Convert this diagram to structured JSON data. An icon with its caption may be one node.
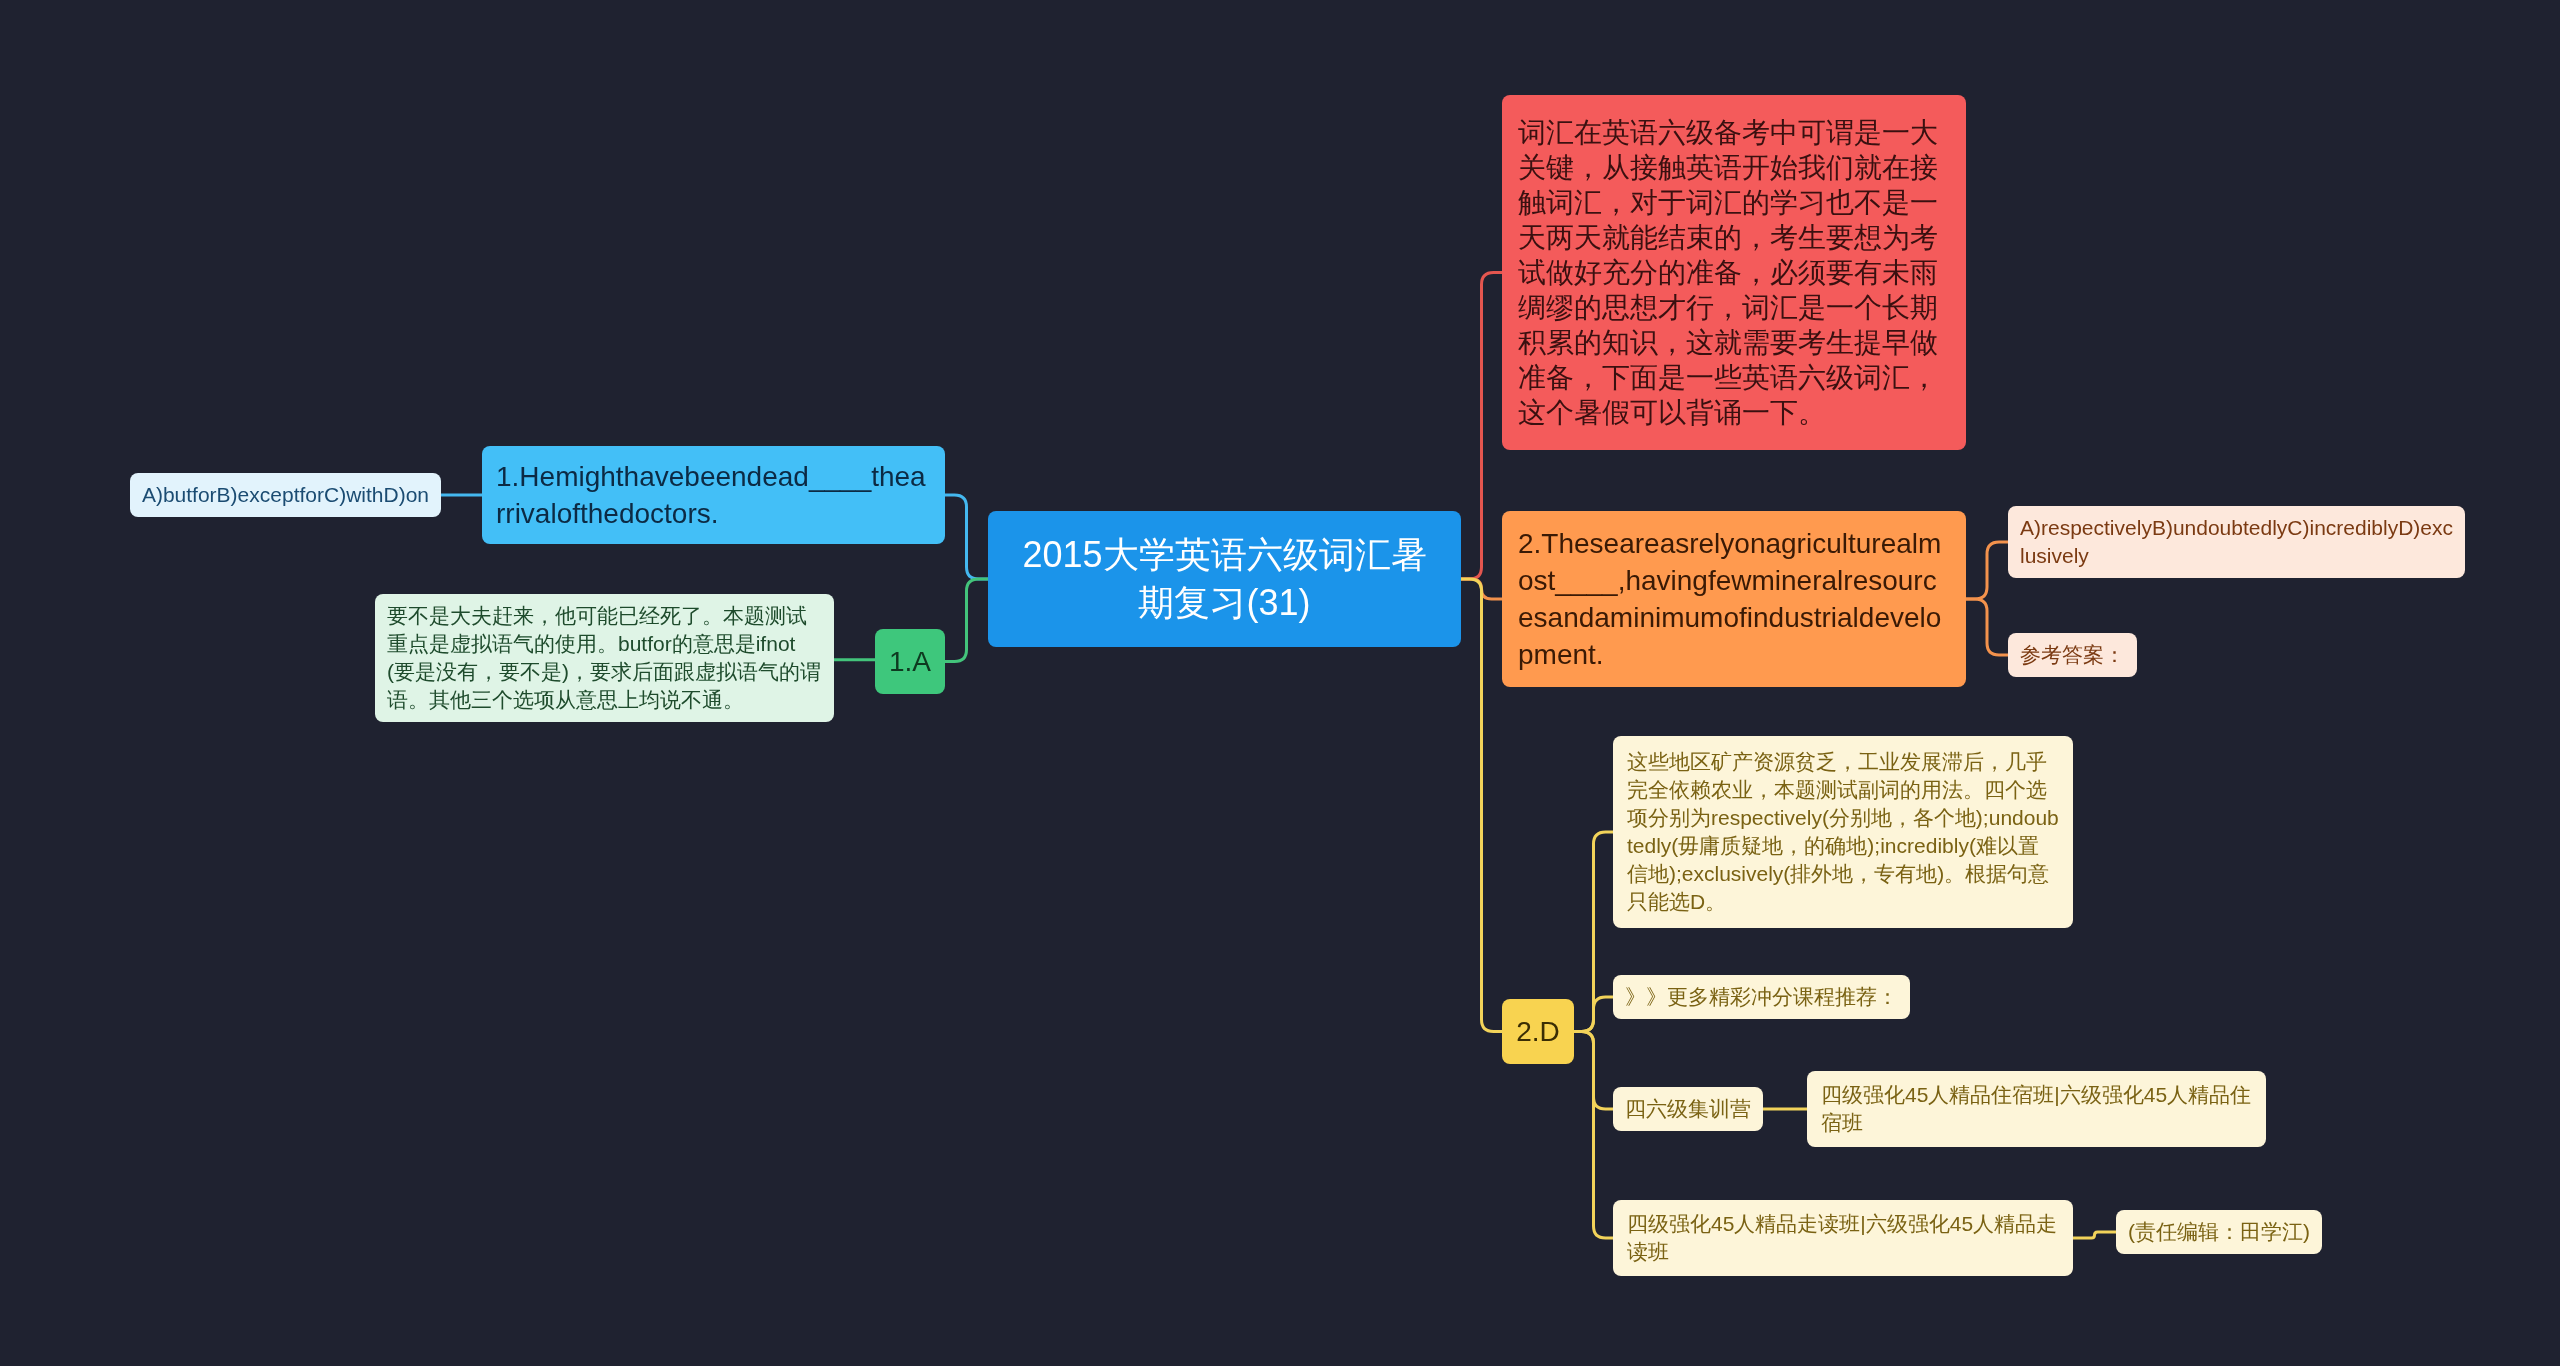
{
  "diagram": {
    "nodes": [
      {
        "text": [
          "2015大学英语六级词汇暑期复习(31)"
        ]
      },
      {
        "text": [
          "词汇在英语六级备考中可谓是一大关键，从接触英语开始我们就在接触词汇，对于词汇的学习也不是一天两天就能结束的，考生要想为考试做好充分的准备，必须要有未雨绸缪的思想才行，词汇是一个长期积累的知识，这就需要考生提早做准备，下面是一些英语六级词汇，这个暑假可以背诵一下。"
        ]
      },
      {
        "text": [
          "2.Theseareasrelyonagriculturealmost____,havingfewmineralresourcesandaminimumofindustrialdevelopment."
        ]
      },
      {
        "text": [
          "A)respectivelyB)undoubtedlyC)incrediblyD)exclusively"
        ]
      },
      {
        "text": [
          "参考答案："
        ]
      },
      {
        "text": [
          "2.D"
        ]
      },
      {
        "text": [
          "这些地区矿产资源贫乏，工业发展滞后，几乎完全依赖农业，本题测试副词的用法。四个选项分别为respectively(分别地，各个地);undoubtedly(毋庸质疑地，的确地);incredibly(难以置信地);exclusively(排外地，专有地)。根据句意只能选D。"
        ]
      },
      {
        "text": [
          "》》更多精彩冲分课程推荐："
        ]
      },
      {
        "text": [
          "四六级集训营"
        ]
      },
      {
        "text": [
          "四级强化45人精品住宿班|六级强化45人精品住宿班"
        ]
      },
      {
        "text": [
          "四级强化45人精品走读班|六级强化45人精品走读班"
        ]
      },
      {
        "text": [
          "(责任编辑：田学江)"
        ]
      },
      {
        "text": [
          "1.Hemighthavebeendead____thearrivalofthedoctors."
        ]
      },
      {
        "text": [
          "A)butforB)exceptforC)withD)on"
        ]
      },
      {
        "text": [
          "1.A"
        ]
      },
      {
        "text": [
          "要不是大夫赶来，他可能已经死了。本题测试重点是虚拟语气的使用。butfor的意思是ifnot(要是没有，要不是)，要求后面跟虚拟语气的谓语。其他三个选项从意思上均说不通。"
        ]
      }
    ],
    "edges": [
      {
        "from": 0,
        "to": 1,
        "arrow": "none",
        "color": "#e4564f"
      },
      {
        "from": 0,
        "to": 2,
        "arrow": "none",
        "color": "#f3924c"
      },
      {
        "from": 2,
        "to": 3,
        "arrow": "none",
        "color": "#f3924c"
      },
      {
        "from": 2,
        "to": 4,
        "arrow": "none",
        "color": "#f3924c"
      },
      {
        "from": 0,
        "to": 5,
        "arrow": "none"
      },
      {
        "from": 5,
        "to": 6,
        "arrow": "none"
      },
      {
        "from": 5,
        "to": 7,
        "arrow": "none"
      },
      {
        "from": 5,
        "to": 8,
        "arrow": "none"
      },
      {
        "from": 5,
        "to": 10,
        "arrow": "none"
      },
      {
        "from": 8,
        "to": 9,
        "arrow": "none"
      },
      {
        "from": 10,
        "to": 11,
        "arrow": "none"
      },
      {
        "from": 0,
        "to": 12,
        "arrow": "none",
        "color": "#44b8ef"
      },
      {
        "from": 12,
        "to": 13,
        "arrow": "none",
        "color": "#44b8ef"
      },
      {
        "from": 0,
        "to": 14,
        "arrow": "none",
        "color": "#43c47b"
      },
      {
        "from": 14,
        "to": 15,
        "arrow": "none",
        "color": "#43c47b"
      }
    ]
  }
}
